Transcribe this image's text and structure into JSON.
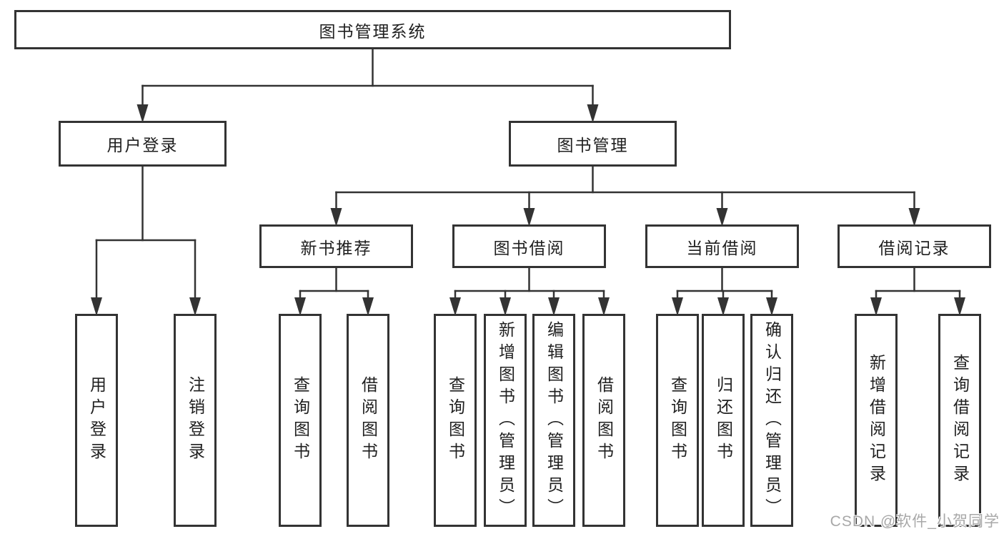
{
  "root": {
    "label": "图书管理系统"
  },
  "level2": [
    {
      "label": "用户登录"
    },
    {
      "label": "图书管理"
    }
  ],
  "level3": [
    {
      "label": "新书推荐"
    },
    {
      "label": "图书借阅"
    },
    {
      "label": "当前借阅"
    },
    {
      "label": "借阅记录"
    }
  ],
  "leaves": {
    "user_login": [
      "用户登录",
      "注销登录"
    ],
    "new_book_recommend": [
      "查询图书",
      "借阅图书"
    ],
    "book_borrow": [
      "查询图书",
      "新增图书（管理员）",
      "编辑图书（管理员）",
      "借阅图书"
    ],
    "current_borrow": [
      "查询图书",
      "归还图书",
      "确认归还（管理员）"
    ],
    "borrow_records": [
      "新增借阅记录",
      "查询借阅记录"
    ]
  },
  "watermark": "CSDN @软件_小贺同学",
  "colors": {
    "line": "#333333",
    "text": "#1f1f1f",
    "background": "#ffffff",
    "watermark": "#a8a8a8"
  }
}
